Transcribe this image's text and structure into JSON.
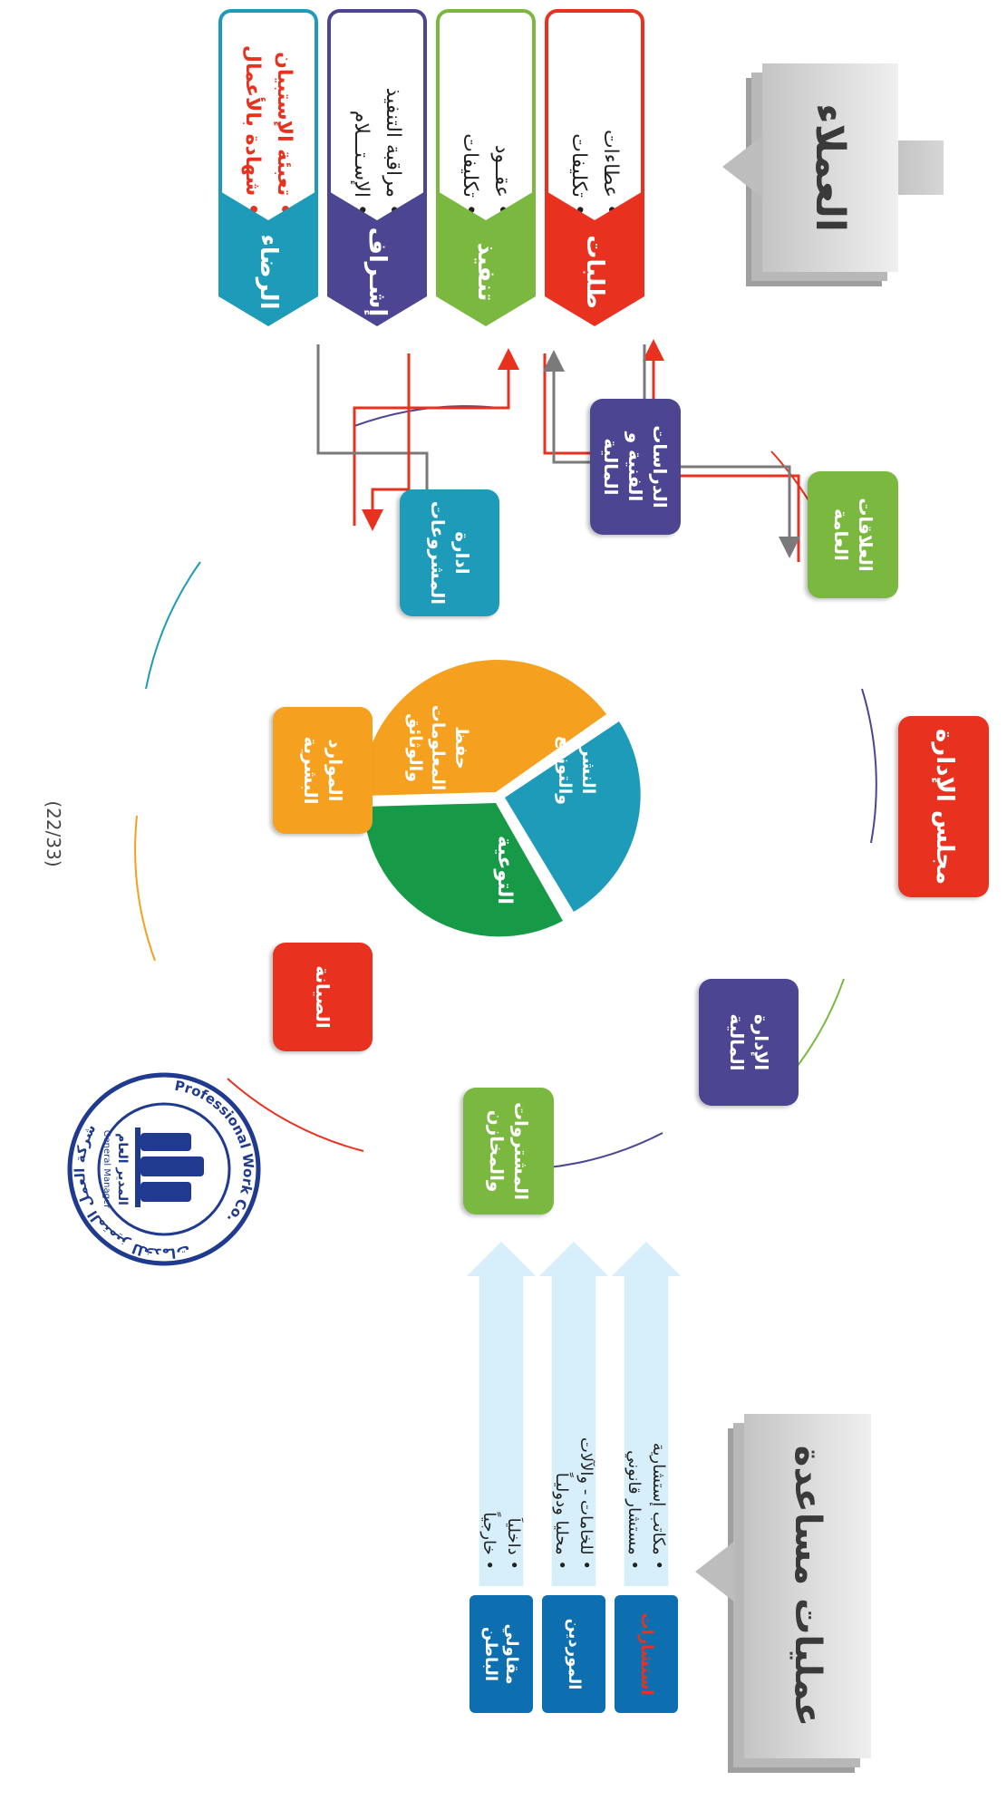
{
  "colors": {
    "red": "#e8321f",
    "green": "#7ab83f",
    "purple": "#4b4592",
    "teal": "#1e9bb8",
    "orange": "#f5a01f",
    "dark_green": "#169a48",
    "blue": "#0d6fb0",
    "light_blue": "#d7eefb",
    "stamp_blue": "#1f3a8f"
  },
  "clients": {
    "title": "العملاء",
    "rows": [
      {
        "chevron": "طلبات",
        "color": "#e8321f",
        "items": [
          "عطاءات",
          "تكليفات"
        ]
      },
      {
        "chevron": "تنفيذ",
        "color": "#7ab83f",
        "items": [
          "عقــود",
          "تكليفات"
        ]
      },
      {
        "chevron": "إشـراف",
        "color": "#4b4592",
        "items": [
          "مراقبة التنفيذ",
          "الإسـتـــلام"
        ]
      },
      {
        "chevron": "الرضاء",
        "color": "#1e9bb8",
        "items": [
          "تعبئة الإستبيان",
          "شهادة بالأعمال"
        ],
        "emphasis": true
      }
    ]
  },
  "departments": [
    {
      "label": "مجلس الإدارة",
      "color": "#e8321f"
    },
    {
      "label": "العلاقات العامة",
      "color": "#7ab83f"
    },
    {
      "label": "الدراسات الفنية و المالية",
      "color": "#4b4592"
    },
    {
      "label": "ادارة المشروعات",
      "color": "#1e9bb8"
    },
    {
      "label": "الموارد البشرية",
      "color": "#f5a01f"
    },
    {
      "label": "الصيانة",
      "color": "#e8321f"
    },
    {
      "label": "المشتروات والمخازن",
      "color": "#7ab83f"
    },
    {
      "label": "الإدارة المالية",
      "color": "#4b4592"
    }
  ],
  "core_pie": [
    {
      "label": "النشر والتوزيع",
      "color": "#1e9bb8"
    },
    {
      "label": "التوعية",
      "color": "#169a48"
    },
    {
      "label": "حفظ المعلومات والوثائق",
      "color": "#f5a01f"
    }
  ],
  "support": {
    "title": "عمليات مساعدة",
    "rows": [
      {
        "box": "استشارات",
        "items": [
          "مكاتب إستشارية",
          "مستشار قانوني"
        ]
      },
      {
        "box": "الموردين",
        "items": [
          "للخامات - والآلات",
          "محليا ودوليـاً"
        ]
      },
      {
        "box": "مقاولي الباطن",
        "items": [
          "داخلياً",
          "خارجياً"
        ]
      }
    ]
  },
  "stamp": {
    "ring_text": "شركة العمل المتميز للخدمات",
    "ring_text_en": "Professional Work Co.",
    "ring_small": "ش.ذ.م.م",
    "title_ar": "المدير العام",
    "title_en": "General Manager"
  },
  "page_number": "(22/33)"
}
